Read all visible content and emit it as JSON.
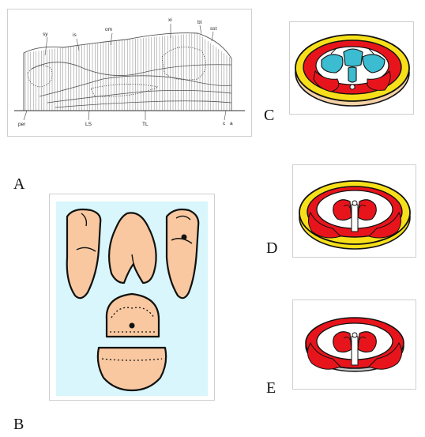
{
  "panels": {
    "A": {
      "letter": "A",
      "labels_top": [
        "sy",
        "is",
        "om",
        "xi",
        "bt",
        "sst"
      ],
      "labels_bottom": [
        "per",
        "LS",
        "TL",
        "c",
        "a"
      ]
    },
    "B": {
      "letter": "B"
    },
    "C": {
      "letter": "C"
    },
    "D": {
      "letter": "D"
    },
    "E": {
      "letter": "E"
    }
  },
  "colors": {
    "flesh": "#f9c8a0",
    "muscle_red": "#e8141c",
    "skin_yellow": "#f7e01a",
    "cyan_tissue": "#3bbcd0",
    "background_cyan": "#d8f6fb",
    "outline": "#111111"
  }
}
